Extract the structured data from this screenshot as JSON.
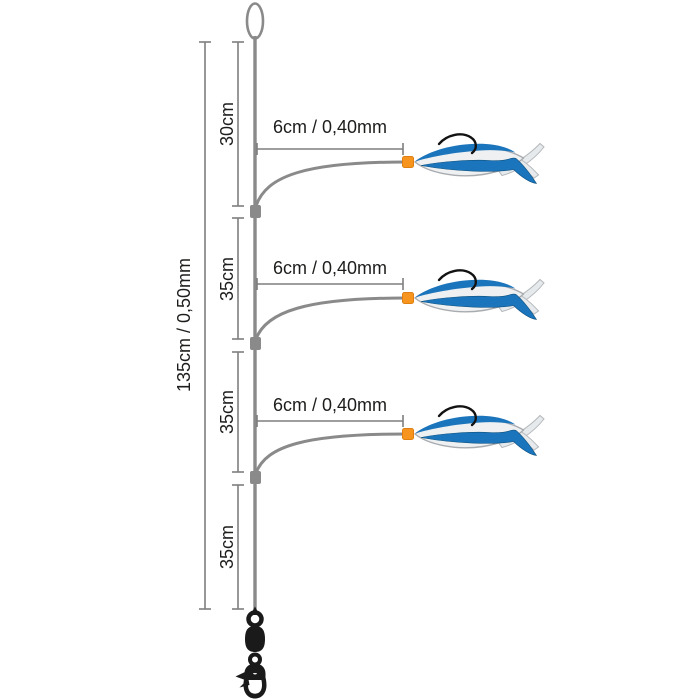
{
  "diagram": {
    "main_line_label": "135cm / 0,50mm",
    "segment_labels": [
      "30cm",
      "35cm",
      "35cm",
      "35cm"
    ],
    "branch_labels": [
      "6cm / 0,40mm",
      "6cm / 0,40mm",
      "6cm / 0,40mm"
    ],
    "parts": {
      "top": "line-loop",
      "attachments": "crimp-connector",
      "branch_end": "orange-bead",
      "lure": "blue-white-fish-lure-with-hook",
      "bottom": "barrel-swivel-snap-clip"
    },
    "colors": {
      "background": "#ffffff",
      "line_gray": "#8a8a8a",
      "measure_gray": "#7f7f7f",
      "text_black": "#1d1d1b",
      "bead_orange": "#f7941e",
      "lure_blue": "#1b75bc",
      "lure_body_white": "#eef0f2",
      "lure_outline_gray": "#a8acb0",
      "hardware_black": "#1a1a1a"
    }
  }
}
